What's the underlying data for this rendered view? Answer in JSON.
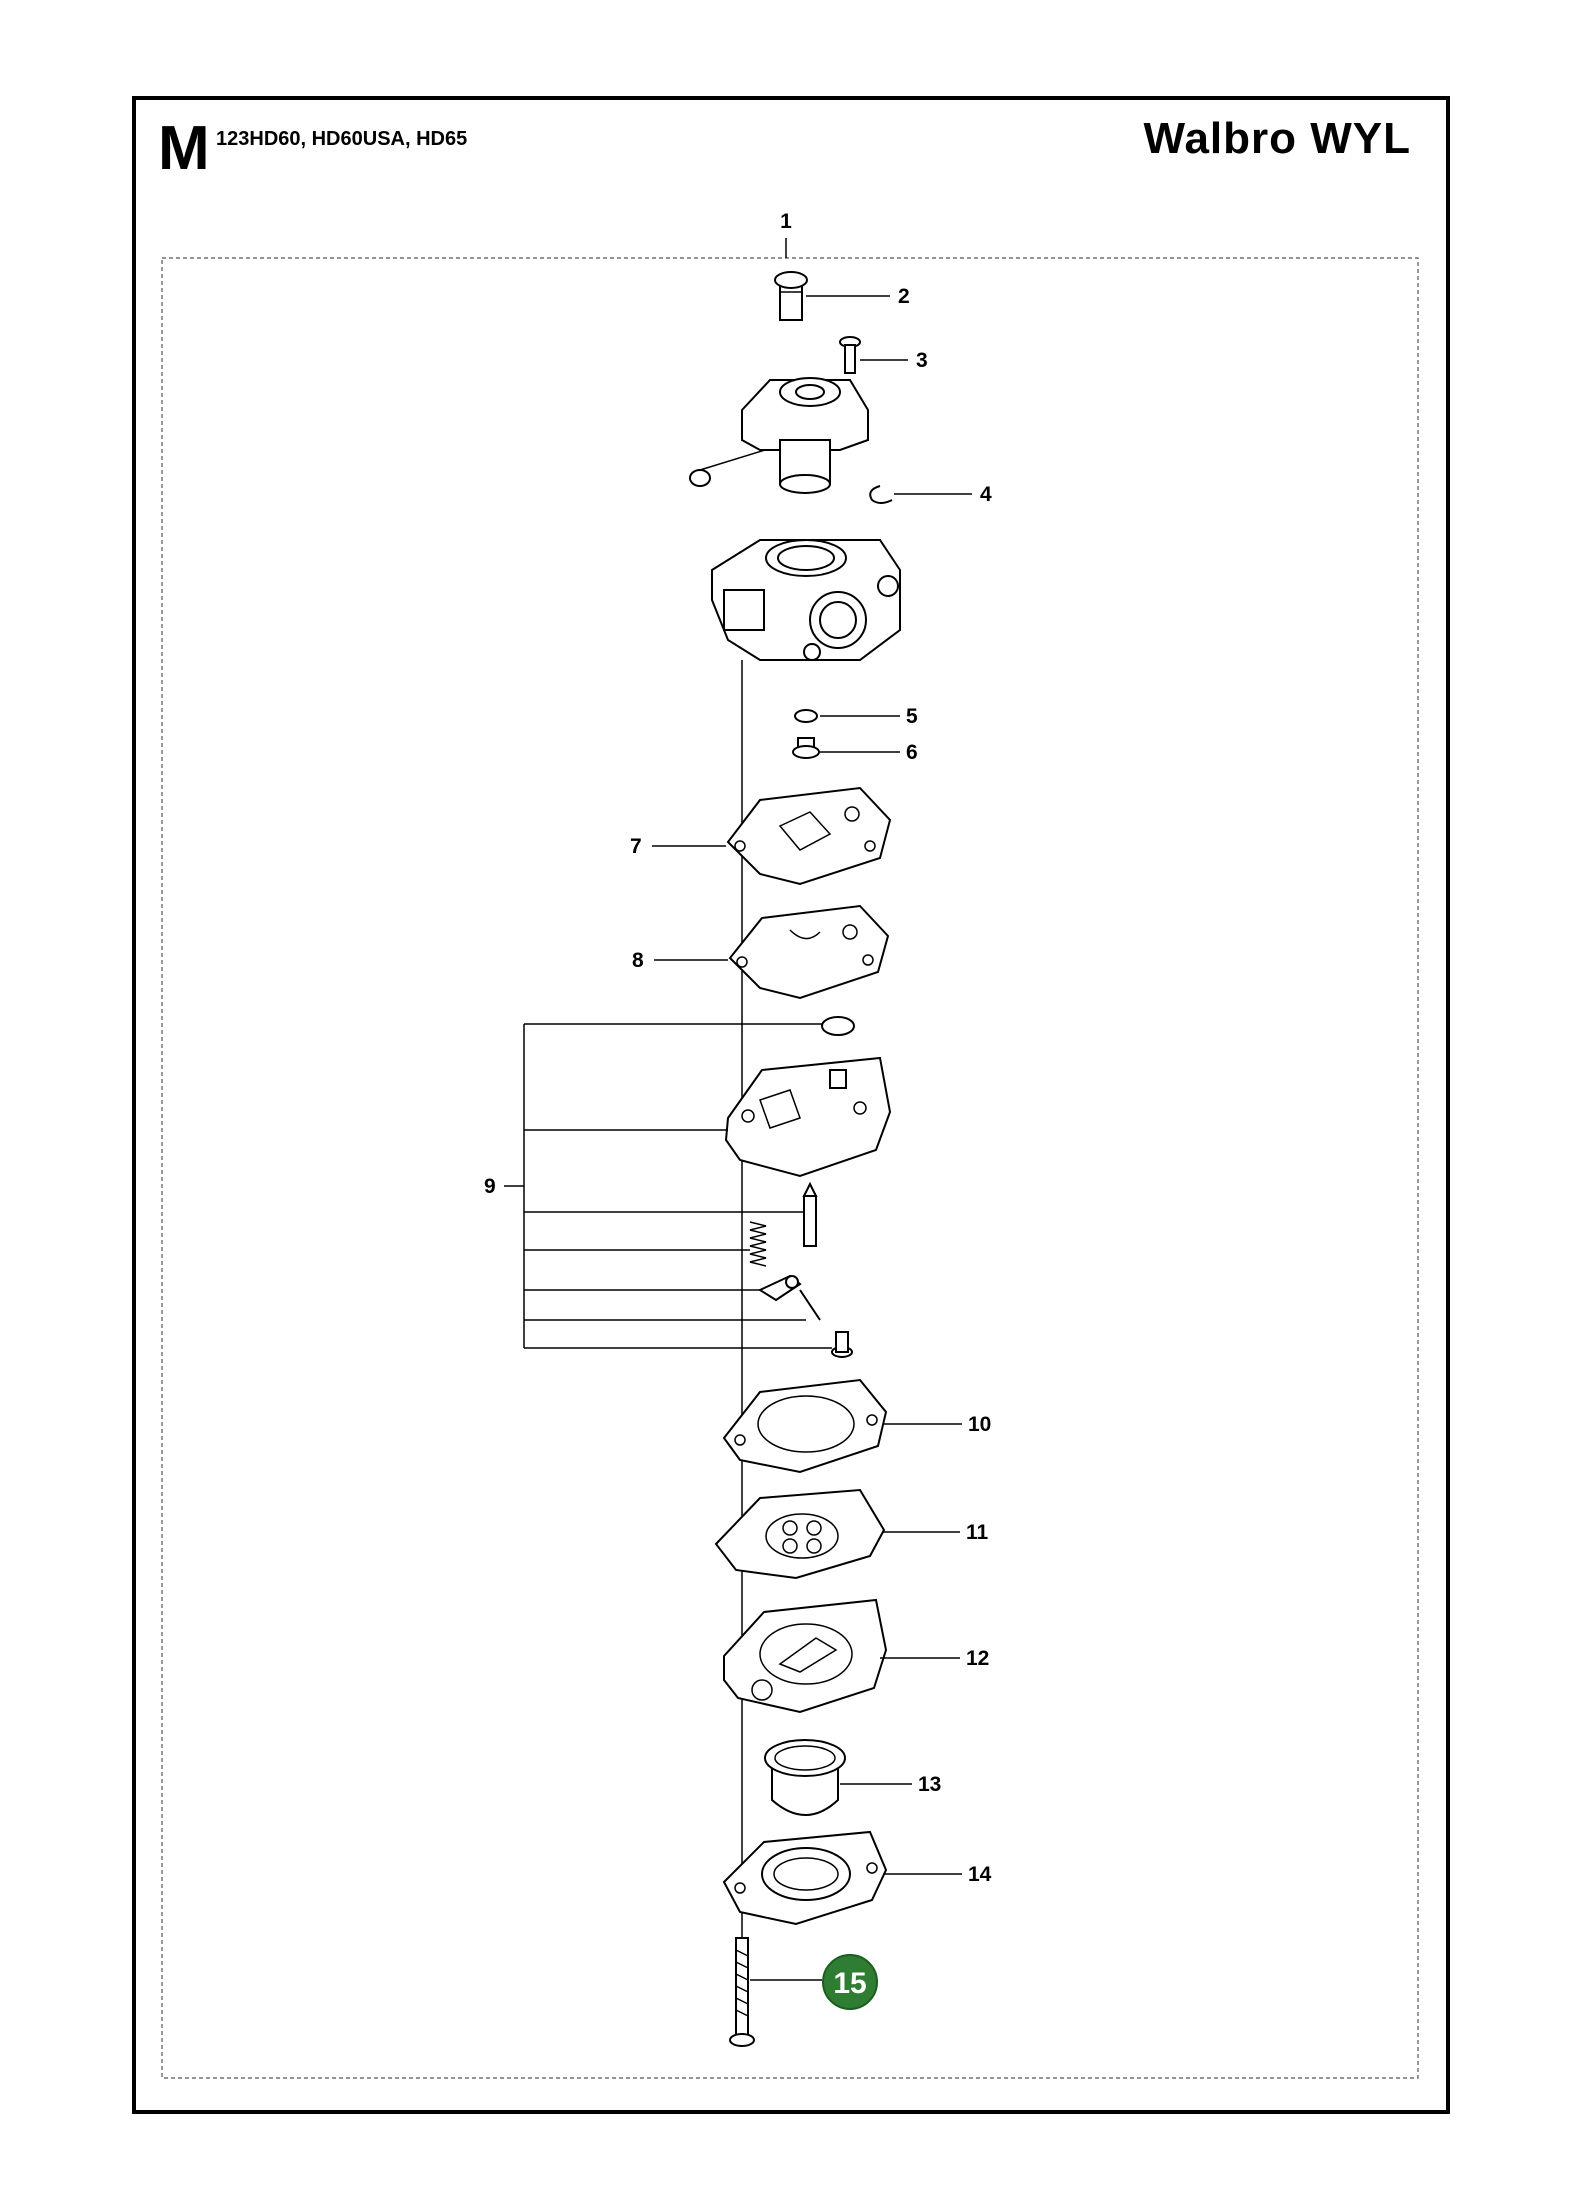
{
  "header": {
    "section_letter": "M",
    "models": "123HD60, HD60USA, HD65",
    "title": "Walbro WYL"
  },
  "callouts": [
    {
      "id": "1",
      "label": "1"
    },
    {
      "id": "2",
      "label": "2"
    },
    {
      "id": "3",
      "label": "3"
    },
    {
      "id": "4",
      "label": "4"
    },
    {
      "id": "5",
      "label": "5"
    },
    {
      "id": "6",
      "label": "6"
    },
    {
      "id": "7",
      "label": "7"
    },
    {
      "id": "8",
      "label": "8"
    },
    {
      "id": "9",
      "label": "9"
    },
    {
      "id": "10",
      "label": "10"
    },
    {
      "id": "11",
      "label": "11"
    },
    {
      "id": "12",
      "label": "12"
    },
    {
      "id": "13",
      "label": "13"
    },
    {
      "id": "14",
      "label": "14"
    },
    {
      "id": "15",
      "label": "15",
      "highlighted": true
    }
  ],
  "colors": {
    "highlight": "#2e7d32",
    "line": "#000000"
  }
}
